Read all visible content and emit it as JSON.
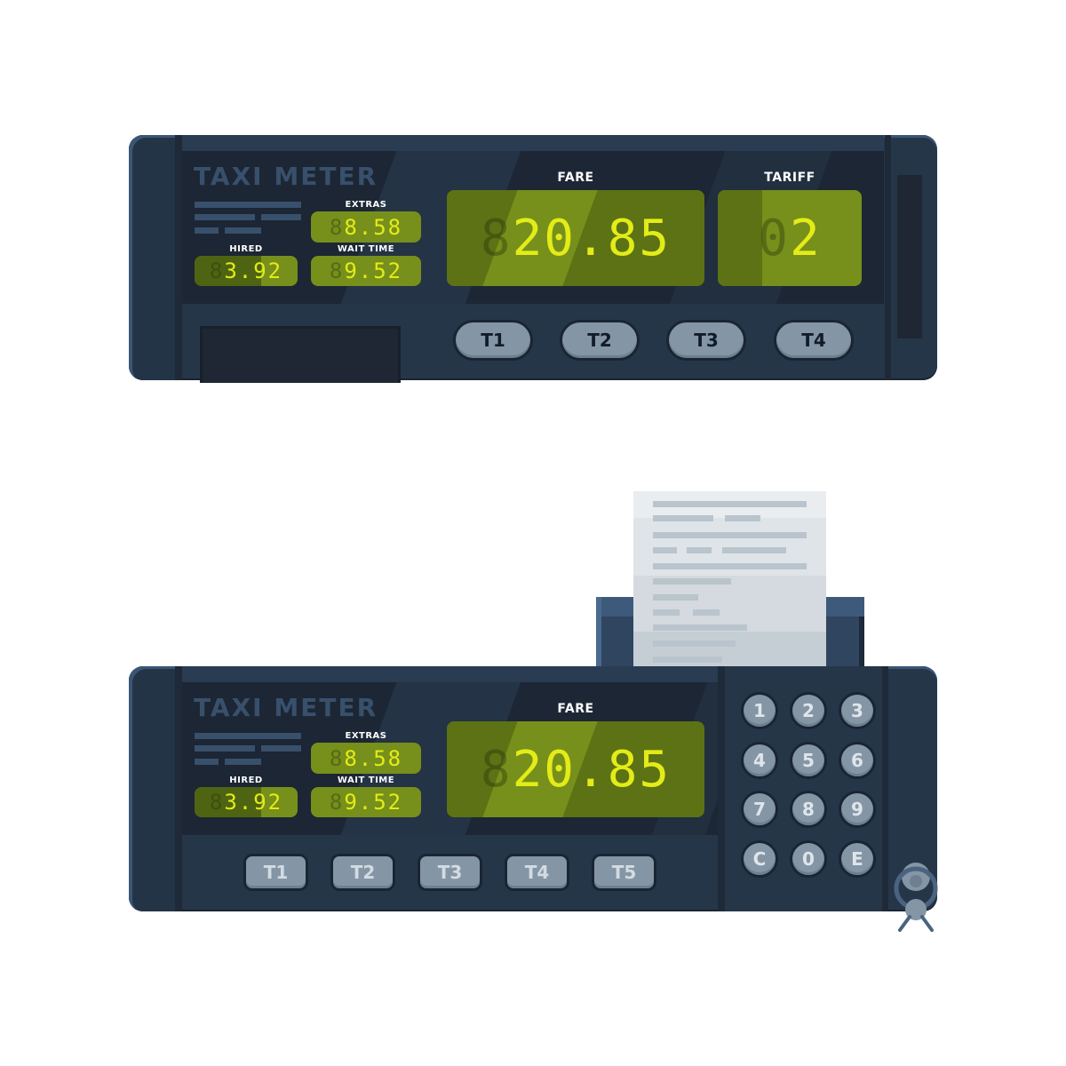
{
  "meters": [
    {
      "brand": "TAXI METER",
      "labels": {
        "extras": "EXTRAS",
        "hired": "HIRED",
        "wait_time": "WAIT TIME",
        "fare": "FARE",
        "tariff": "TARIFF"
      },
      "displays": {
        "extras": {
          "ghost": "8",
          "value": "8.58"
        },
        "hired": {
          "ghost": "8",
          "value": "3.92"
        },
        "wait_time": {
          "ghost": "8",
          "value": "9.52"
        },
        "fare": {
          "ghost": "8",
          "value": "20.85"
        },
        "tariff": {
          "ghost": "0",
          "value": "2"
        }
      },
      "buttons": [
        "T1",
        "T2",
        "T3",
        "T4"
      ]
    },
    {
      "brand": "TAXI METER",
      "labels": {
        "extras": "EXTRAS",
        "hired": "HIRED",
        "wait_time": "WAIT TIME",
        "fare": "FARE"
      },
      "displays": {
        "extras": {
          "ghost": "8",
          "value": "8.58"
        },
        "hired": {
          "ghost": "8",
          "value": "3.92"
        },
        "wait_time": {
          "ghost": "8",
          "value": "9.52"
        },
        "fare": {
          "ghost": "8",
          "value": "20.85"
        }
      },
      "buttons": [
        "T1",
        "T2",
        "T3",
        "T4",
        "T5"
      ],
      "keypad": [
        "1",
        "2",
        "3",
        "4",
        "5",
        "6",
        "7",
        "8",
        "9",
        "C",
        "0",
        "E"
      ]
    }
  ],
  "colors": {
    "body": "#263649",
    "screen": "#1c2634",
    "lcd": "#778f1b",
    "lcd_lit": "#e3ec17",
    "button": "#8496a5",
    "receipt": "#dfe4e8"
  }
}
